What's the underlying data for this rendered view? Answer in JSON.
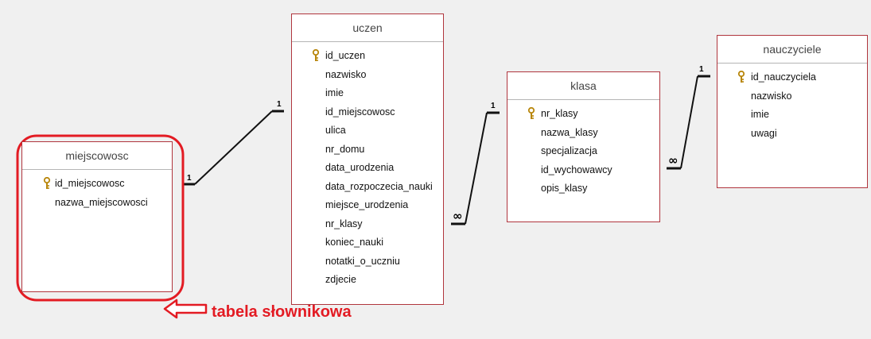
{
  "tables": [
    {
      "id": "miejscowosc",
      "name": "miejscowosc",
      "fields": [
        {
          "name": "id_miejscowosc",
          "key": true
        },
        {
          "name": "nazwa_miejscowosci",
          "key": false
        }
      ]
    },
    {
      "id": "uczen",
      "name": "uczen",
      "fields": [
        {
          "name": "id_uczen",
          "key": true
        },
        {
          "name": "nazwisko",
          "key": false
        },
        {
          "name": "imie",
          "key": false
        },
        {
          "name": "id_miejscowosc",
          "key": false
        },
        {
          "name": "ulica",
          "key": false
        },
        {
          "name": "nr_domu",
          "key": false
        },
        {
          "name": "data_urodzenia",
          "key": false
        },
        {
          "name": "data_rozpoczecia_nauki",
          "key": false
        },
        {
          "name": "miejsce_urodzenia",
          "key": false
        },
        {
          "name": "nr_klasy",
          "key": false
        },
        {
          "name": "koniec_nauki",
          "key": false
        },
        {
          "name": "notatki_o_uczniu",
          "key": false
        },
        {
          "name": "zdjecie",
          "key": false
        }
      ]
    },
    {
      "id": "klasa",
      "name": "klasa",
      "fields": [
        {
          "name": "nr_klasy",
          "key": true
        },
        {
          "name": "nazwa_klasy",
          "key": false
        },
        {
          "name": "specjalizacja",
          "key": false
        },
        {
          "name": "id_wychowawcy",
          "key": false
        },
        {
          "name": "opis_klasy",
          "key": false
        }
      ]
    },
    {
      "id": "nauczyciele",
      "name": "nauczyciele",
      "fields": [
        {
          "name": "id_nauczyciela",
          "key": true
        },
        {
          "name": "nazwisko",
          "key": false
        },
        {
          "name": "imie",
          "key": false
        },
        {
          "name": "uwagi",
          "key": false
        }
      ]
    }
  ],
  "relationships": [
    {
      "from": "miejscowosc.id_miejscowosc",
      "to": "uczen.id_miejscowosc",
      "from_mark": "1",
      "to_mark": "1"
    },
    {
      "from": "uczen.nr_klasy",
      "to": "klasa.nr_klasy",
      "from_mark": "∞",
      "to_mark": "1"
    },
    {
      "from": "klasa.id_wychowawcy",
      "to": "nauczyciele.id_nauczyciela",
      "from_mark": "∞",
      "to_mark": "1"
    }
  ],
  "annotation": {
    "text": "tabela słownikowa",
    "color": "#e31b23"
  },
  "colors": {
    "table_border": "#b0353d",
    "annotation": "#e31b23",
    "line": "#111111",
    "background": "#f0f0f0"
  }
}
